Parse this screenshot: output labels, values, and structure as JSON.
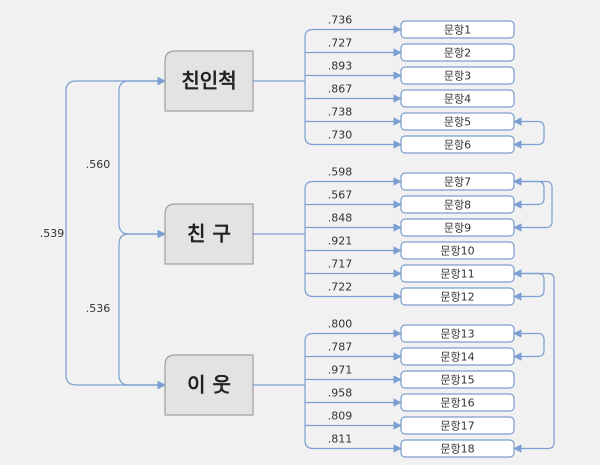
{
  "factors": [
    {
      "id": "f1",
      "label": "친인척"
    },
    {
      "id": "f2",
      "label": "친 구"
    },
    {
      "id": "f3",
      "label": "이 웃"
    }
  ],
  "items": [
    {
      "label": "문항1",
      "factor": 0,
      "loading": ".736"
    },
    {
      "label": "문항2",
      "factor": 0,
      "loading": ".727"
    },
    {
      "label": "문항3",
      "factor": 0,
      "loading": ".893"
    },
    {
      "label": "문항4",
      "factor": 0,
      "loading": ".867"
    },
    {
      "label": "문항5",
      "factor": 0,
      "loading": ".738"
    },
    {
      "label": "문항6",
      "factor": 0,
      "loading": ".730"
    },
    {
      "label": "문항7",
      "factor": 1,
      "loading": ".598"
    },
    {
      "label": "문항8",
      "factor": 1,
      "loading": ".567"
    },
    {
      "label": "문항9",
      "factor": 1,
      "loading": ".848"
    },
    {
      "label": "문항10",
      "factor": 1,
      "loading": ".921"
    },
    {
      "label": "문항11",
      "factor": 1,
      "loading": ".717"
    },
    {
      "label": "문항12",
      "factor": 1,
      "loading": ".722"
    },
    {
      "label": "문항13",
      "factor": 2,
      "loading": ".800"
    },
    {
      "label": "문항14",
      "factor": 2,
      "loading": ".787"
    },
    {
      "label": "문항15",
      "factor": 2,
      "loading": ".971"
    },
    {
      "label": "문항16",
      "factor": 2,
      "loading": ".958"
    },
    {
      "label": "문항17",
      "factor": 2,
      "loading": ".809"
    },
    {
      "label": "문항18",
      "factor": 2,
      "loading": ".811"
    }
  ],
  "factor_correlations": [
    {
      "from": 0,
      "to": 1,
      "value": ".560"
    },
    {
      "from": 1,
      "to": 2,
      "value": ".536"
    },
    {
      "from": 0,
      "to": 2,
      "value": ".539"
    }
  ],
  "error_covariances": [
    {
      "a": 4,
      "b": 5
    },
    {
      "a": 6,
      "b": 7
    },
    {
      "a": 6,
      "b": 8
    },
    {
      "a": 10,
      "b": 11
    },
    {
      "a": 12,
      "b": 13
    },
    {
      "a": 10,
      "b": 17
    }
  ],
  "colors": {
    "background": "#f1f1f1",
    "line": "#7b9fd2",
    "item_border": "#5f86c4",
    "item_fill": "#ffffff",
    "factor_fill": "#e3e3e3",
    "factor_border": "#8f8f8f"
  }
}
